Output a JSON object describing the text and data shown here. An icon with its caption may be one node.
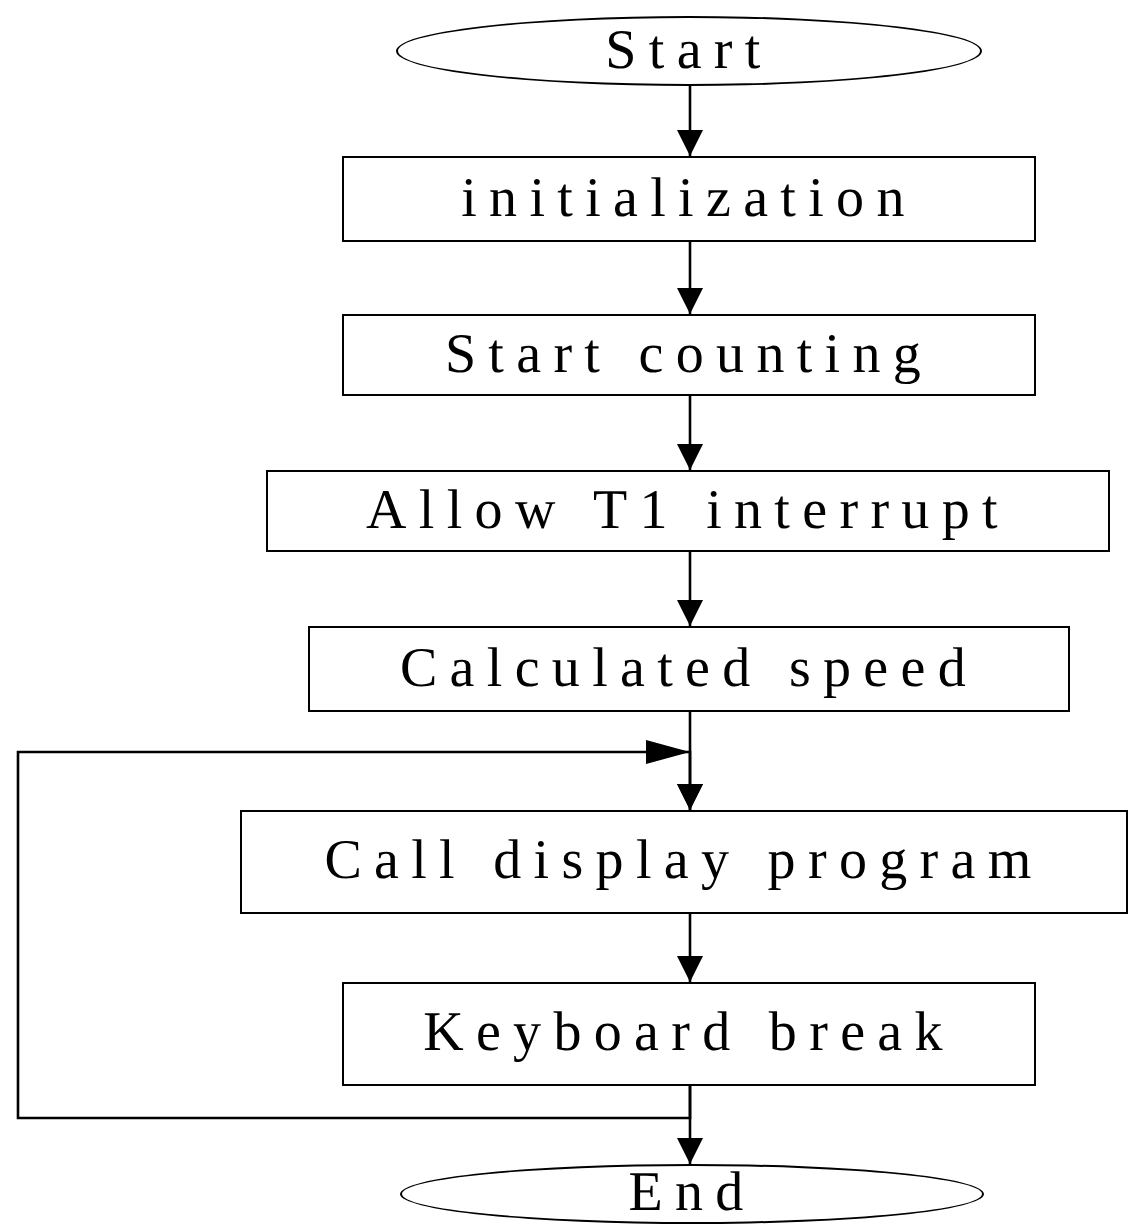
{
  "diagram": {
    "nodes": [
      {
        "text": [
          "Start"
        ]
      },
      {
        "text": [
          "initialization"
        ]
      },
      {
        "text": [
          "Start counting"
        ]
      },
      {
        "text": [
          "Allow T1 interrupt"
        ]
      },
      {
        "text": [
          "Calculated speed"
        ]
      },
      {
        "text": [
          "Call display program"
        ]
      },
      {
        "text": [
          "Keyboard break"
        ]
      },
      {
        "text": [
          "End"
        ]
      }
    ],
    "edges": [
      {
        "from": 0,
        "to": 1,
        "arrow": "to"
      },
      {
        "from": 1,
        "to": 2,
        "arrow": "to"
      },
      {
        "from": 2,
        "to": 3,
        "arrow": "to"
      },
      {
        "from": 3,
        "to": 4,
        "arrow": "to"
      },
      {
        "from": 4,
        "to": 5,
        "arrow": "to"
      },
      {
        "from": 5,
        "to": 6,
        "arrow": "to"
      },
      {
        "from": 6,
        "to": 7,
        "arrow": "to"
      },
      {
        "from": 6,
        "to": 5,
        "arrow": "to"
      }
    ]
  }
}
